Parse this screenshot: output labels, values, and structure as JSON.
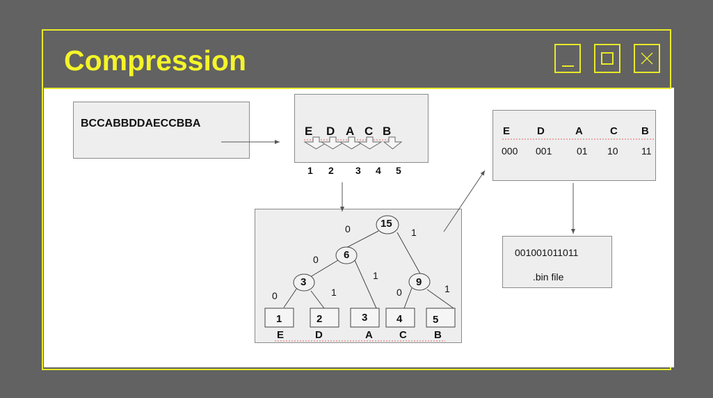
{
  "window": {
    "title": "Compression",
    "controls": [
      "minimize",
      "maximize",
      "close"
    ]
  },
  "input_string": "BCCABBDDAECCBBA",
  "sorted_symbols": {
    "letters": [
      "E",
      "D",
      "A",
      "C",
      "B"
    ],
    "counts": [
      "1",
      "2",
      "3",
      "4",
      "5"
    ]
  },
  "tree": {
    "nodes": {
      "root": "15",
      "left_inner": "6",
      "left_left_inner": "3",
      "right_inner": "9"
    },
    "edge_labels": {
      "root_left": "0",
      "root_right": "1",
      "six_left": "0",
      "six_right": "1",
      "three_left": "0",
      "three_right": "1",
      "nine_left": "0",
      "nine_right": "1"
    },
    "leaves": [
      {
        "count": "1",
        "letter": "E"
      },
      {
        "count": "2",
        "letter": "D"
      },
      {
        "count": "3",
        "letter": "A"
      },
      {
        "count": "4",
        "letter": "C"
      },
      {
        "count": "5",
        "letter": "B"
      }
    ]
  },
  "code_table": {
    "letters": [
      "E",
      "D",
      "A",
      "C",
      "B"
    ],
    "codes": [
      "000",
      "001",
      "01",
      "10",
      "11"
    ]
  },
  "output": {
    "bits": "001001011011",
    "file_label": ".bin file"
  },
  "colors": {
    "background": "#626262",
    "accent_yellow": "#f4f42a",
    "box_fill": "#eeeeee"
  }
}
